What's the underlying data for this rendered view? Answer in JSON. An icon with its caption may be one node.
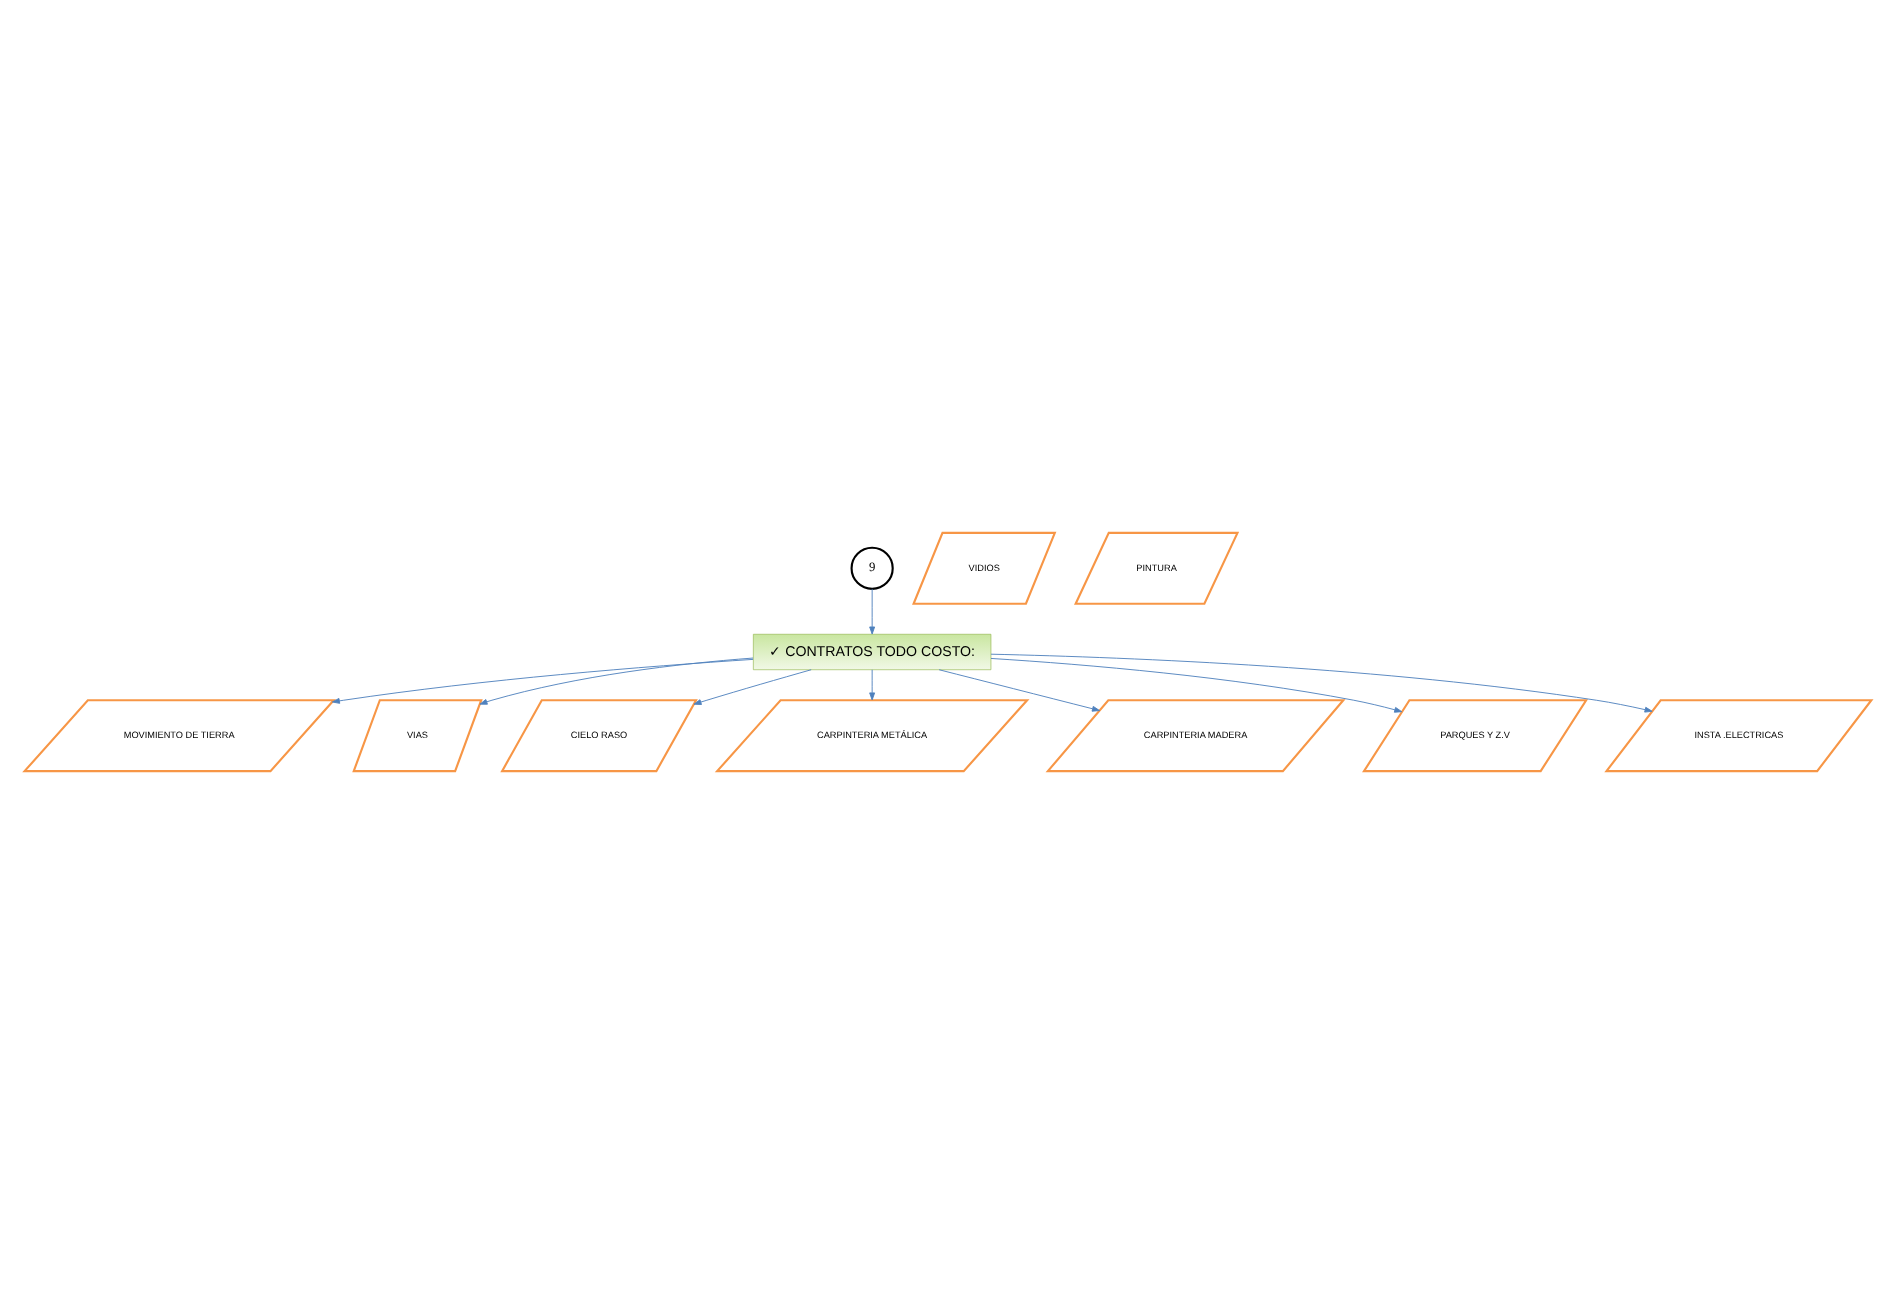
{
  "diagram": {
    "nodes": [
      {
        "text": [
          "9"
        ]
      },
      {
        "text": [
          "✓ CONTRATOS TODO COSTO:"
        ]
      },
      {
        "text": [
          "MOVIMIENTO DE TIERRA"
        ]
      },
      {
        "text": [
          "VIAS"
        ]
      },
      {
        "text": [
          "CIELO RASO"
        ]
      },
      {
        "text": [
          "CARPINTERIA METÁLICA"
        ]
      },
      {
        "text": [
          "VIDIOS"
        ]
      },
      {
        "text": [
          "PINTURA"
        ]
      },
      {
        "text": [
          "CARPINTERIA MADERA"
        ]
      },
      {
        "text": [
          "PARQUES Y Z.V"
        ]
      },
      {
        "text": [
          "INSTA .ELECTRICAS"
        ]
      }
    ],
    "edges": [
      {
        "from": 0,
        "to": 1,
        "arrow": "to"
      },
      {
        "from": 1,
        "to": 2,
        "arrow": "to"
      },
      {
        "from": 1,
        "to": 3,
        "arrow": "to"
      },
      {
        "from": 1,
        "to": 9,
        "arrow": "to"
      },
      {
        "from": 1,
        "to": 4,
        "arrow": "to"
      },
      {
        "from": 1,
        "to": 8,
        "arrow": "to"
      },
      {
        "from": 1,
        "to": 10,
        "arrow": "to"
      },
      {
        "from": 1,
        "to": 5,
        "arrow": "to"
      }
    ]
  }
}
